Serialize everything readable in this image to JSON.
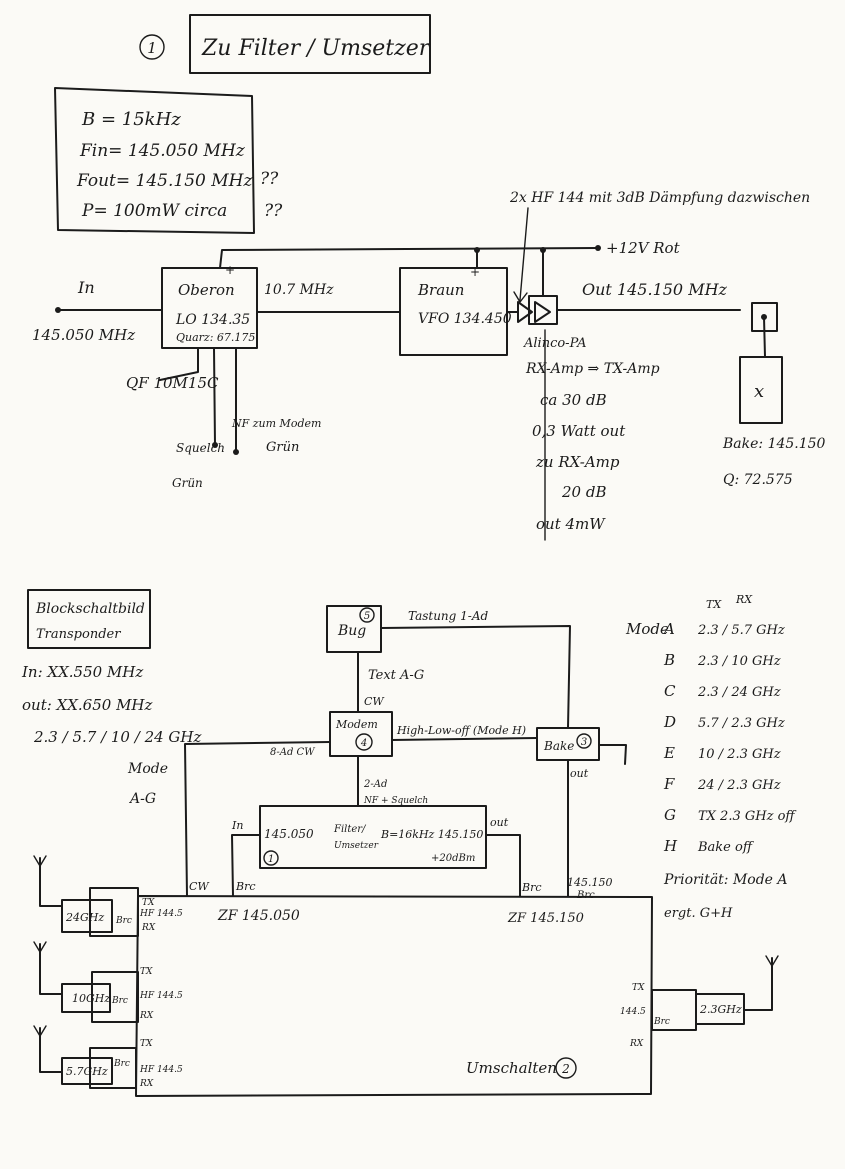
{
  "top": {
    "circle_num": "1",
    "title": "Zu Filter / Umsetzer",
    "specs": [
      "B = 15kHz",
      "Fin= 145.050 MHz",
      "Fout= 145.150 MHz",
      "P= 100mW circa"
    ],
    "specs_q": [
      "??",
      "??"
    ],
    "amp_note": "2x HF 144 mit 3dB Dämpfung dazwischen",
    "power": "+12V Rot",
    "in_label": "In",
    "in_freq": "145.050 MHz",
    "qf": "QF 10M15C",
    "oberon": [
      "Oberon",
      "LO 134.35",
      "Quarz: 67.175"
    ],
    "if_freq": "10.7 MHz",
    "braun": [
      "Braun",
      "VFO 134.450"
    ],
    "out_label": "Out 145.150 MHz",
    "plus1": "+",
    "plus2": "+",
    "nf_note": [
      "NF zum Modem",
      "Grün"
    ],
    "squelch": [
      "Squelch",
      "Grün"
    ],
    "amp_notes": [
      "Alinco-PA",
      "RX-Amp ⇒ TX-Amp",
      "ca 30 dB",
      "0,3 Watt out",
      "zu RX-Amp",
      "20 dB",
      "out 4mW"
    ],
    "xtal_sym": "x",
    "bake": [
      "Bake: 145.150",
      "Q: 72.575"
    ]
  },
  "bottom": {
    "title": [
      "Blockschaltbild",
      "Transponder"
    ],
    "freqs": [
      "In: XX.550 MHz",
      "out: XX.650 MHz",
      "2.3 / 5.7 / 10 / 24 GHz",
      "Mode",
      "A-G"
    ],
    "bug": "Bug",
    "bug_num": "5",
    "tastung": "Tastung 1-Ad",
    "text_ag": "Text A-G",
    "cw": "CW",
    "modem": "Modem",
    "modem_num": "4",
    "high_low": "High-Low-off (Mode H)",
    "bake": "Bake",
    "bake_num": "3",
    "ad8_cw": "8-Ad CW",
    "out": "out",
    "ad2": [
      "2-Ad",
      "NF + Squelch"
    ],
    "filter": {
      "in": "In",
      "f_in": "145.050",
      "name": [
        "Filter/",
        "Umsetzer"
      ],
      "bw": "B=16kHz 145.150",
      "out": "out",
      "pwr": "+20dBm",
      "num": "1"
    },
    "cw_left": "CW",
    "brc_left": "Brc",
    "brc_right": "Brc",
    "f_right": "145.150",
    "brc_right2": "Brc",
    "zf_left": "ZF 145.050",
    "zf_right": "ZF 145.150",
    "umschalten": "Umschalten",
    "umschalten_num": "2",
    "modules": [
      {
        "label": "24GHz",
        "brc": "Brc",
        "tx": "TX",
        "hf": "HF 144.5",
        "rx": "RX"
      },
      {
        "label": "10GHz",
        "brc": "Brc",
        "tx": "TX",
        "hf": "HF 144.5",
        "rx": "RX"
      },
      {
        "label": "5.7GHz",
        "brc": "Brc",
        "tx": "TX",
        "hf": "HF 144.5",
        "rx": "RX"
      }
    ],
    "right_module": {
      "label": "2.3GHz",
      "brc": "Brc",
      "tx": "TX",
      "f": "144.5",
      "rx": "RX"
    },
    "mode_head_tx": "TX",
    "mode_head_rx": "RX",
    "mode_title": "Mode",
    "modes": [
      {
        "k": "A",
        "v": "2.3 / 5.7 GHz"
      },
      {
        "k": "B",
        "v": "2.3 / 10 GHz"
      },
      {
        "k": "C",
        "v": "2.3 / 24 GHz"
      },
      {
        "k": "D",
        "v": "5.7 / 2.3 GHz"
      },
      {
        "k": "E",
        "v": "10 / 2.3 GHz"
      },
      {
        "k": "F",
        "v": "24 / 2.3 GHz"
      },
      {
        "k": "G",
        "v": "TX 2.3 GHz off"
      },
      {
        "k": "H",
        "v": "Bake off"
      }
    ],
    "prio": [
      "Priorität: Mode A",
      "ergt. G+H"
    ]
  }
}
